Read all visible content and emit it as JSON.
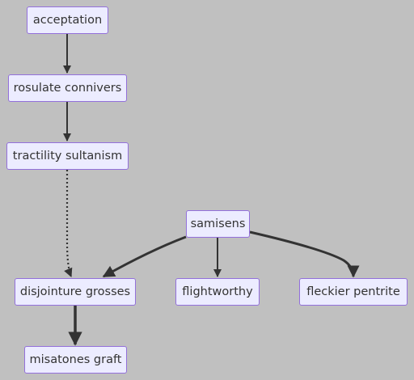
{
  "nodes": [
    {
      "id": "n1",
      "label": "acceptation"
    },
    {
      "id": "n2",
      "label": "rosulate connivers"
    },
    {
      "id": "n3",
      "label": "tractility sultanism"
    },
    {
      "id": "n4",
      "label": "samisens"
    },
    {
      "id": "n5",
      "label": "disjointure grosses"
    },
    {
      "id": "n6",
      "label": "flightworthy"
    },
    {
      "id": "n7",
      "label": "fleckier pentrite"
    },
    {
      "id": "n8",
      "label": "misatones graft"
    }
  ],
  "edges": [
    {
      "from": "acceptation",
      "to": "rosulate connivers",
      "style": "solid"
    },
    {
      "from": "rosulate connivers",
      "to": "tractility sultanism",
      "style": "solid"
    },
    {
      "from": "tractility sultanism",
      "to": "disjointure grosses",
      "style": "dotted"
    },
    {
      "from": "samisens",
      "to": "disjointure grosses",
      "style": "solid"
    },
    {
      "from": "samisens",
      "to": "flightworthy",
      "style": "solid"
    },
    {
      "from": "samisens",
      "to": "fleckier pentrite",
      "style": "solid"
    },
    {
      "from": "disjointure grosses",
      "to": "misatones graft",
      "style": "thick"
    }
  ],
  "colors": {
    "background": "#c0c0c0",
    "node_fill": "#ececff",
    "node_border": "#9370db",
    "edge": "#333333",
    "text": "#333333"
  }
}
